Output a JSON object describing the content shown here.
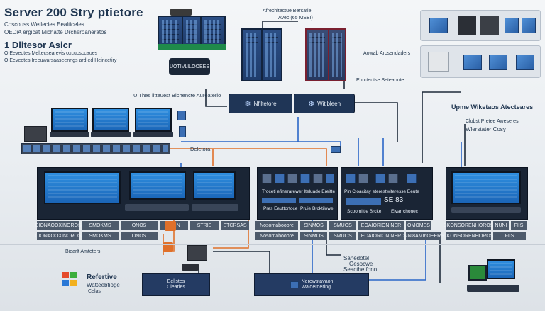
{
  "header": {
    "title": "Server 200 Stry ptietore",
    "sub1": "Coscouss Wetlecies Eealticeles",
    "sub2": "OEDiA ergicat Michatte Drcheroaneratos",
    "heading2": "1 Dlitesor Asicr",
    "sub3": "O Eeveotes Meltecsearevis oxcucsccaues",
    "sub4": "O Eeveotes Ireeuwarsaaseenngs ard ed Heincetiry"
  },
  "top_labels": {
    "center_top": "Afrechltectue Bersatle",
    "center_top2": "Avec (65 MSBI)",
    "right_mid": "Aowab Arcsendaders",
    "right_mid2": "Eorcteutse Seteaoote",
    "left_dev": "U Thes litteuest Bichencte Aureaterio",
    "darkbox": "UOTIVLILOOEES",
    "deletora": "Deletora"
  },
  "nodes": {
    "n1": "Nfiltetore",
    "n2": "Witlbleen"
  },
  "right_header": {
    "title": "Upme Wiketaos Atecteares",
    "sub1": "Clobst Pretee Aweseres",
    "sub2": "Wlerstater Cosy"
  },
  "panels": {
    "mid_a_head": "Troceti efinerarewer Iteluade Ereitte",
    "mid_a_row1": "Pres Eeuttortoce",
    "mid_a_row2": "Pruie Brcktilowe",
    "mid_b_head": "Pin Cloacitay eterestwiteresse Eeute",
    "mid_b_num": "SE 83",
    "mid_b_row1": "Scoomlitie Brcke",
    "mid_b_row2": "Elvarrchonec"
  },
  "label_rows": {
    "left": [
      "CIONAOOXINOROS",
      "SMOKMS",
      "ONOS",
      "MSIN",
      "STRIS",
      "ETCRSAS"
    ],
    "mid": [
      "Nosomabooore",
      "SINMOS",
      "SMUOS",
      "EOAIORIONINER",
      "OMOMES",
      "SIN'8AMI6OEERS"
    ],
    "right": [
      "CKONSORENHOROS",
      "NUNI",
      "FIIS"
    ]
  },
  "bottom": {
    "ports_label": "Biearlt Amteters",
    "brand_name": "Refertive",
    "brand_sub": "Watteebtioge",
    "brand_sub2": "Celas",
    "node_a": "Clearles",
    "node_a_top": "Eelistes",
    "node_b": "Nerewstavaon",
    "node_b2": "Walderdering",
    "right_label1": "Sanedotel",
    "right_label2": "Oesocwe",
    "right_label3": "Seacthe fonn"
  }
}
